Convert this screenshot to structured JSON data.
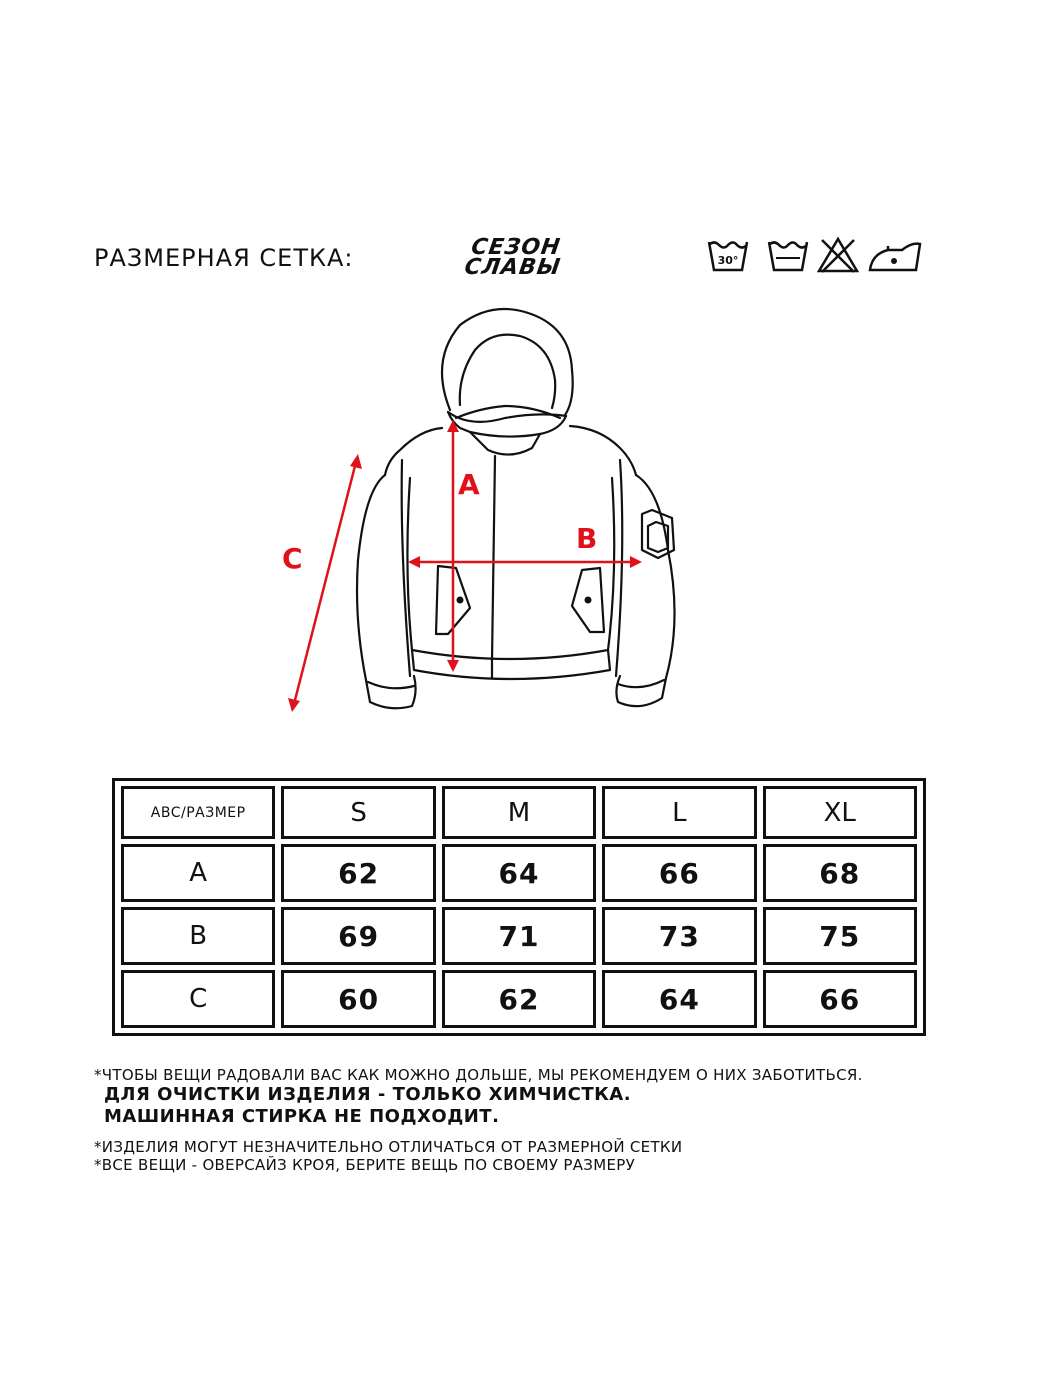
{
  "header": {
    "title": "РАЗМЕРНАЯ СЕТКА:",
    "brand_line1": "СЕЗОН",
    "brand_line2": "СЛАВЫ",
    "wash_temp": "30°"
  },
  "care_icons": [
    "wash-30-icon",
    "hand-wash-icon",
    "no-bleach-icon",
    "iron-low-icon"
  ],
  "diagram": {
    "label_a": "A",
    "label_b": "B",
    "label_c": "C",
    "measure_color": "#e0111b"
  },
  "table": {
    "corner": "ABC/РАЗМЕР",
    "sizes": [
      "S",
      "M",
      "L",
      "XL"
    ],
    "rows": [
      {
        "label": "A",
        "values": [
          "62",
          "64",
          "66",
          "68"
        ]
      },
      {
        "label": "B",
        "values": [
          "69",
          "71",
          "73",
          "75"
        ]
      },
      {
        "label": "C",
        "values": [
          "60",
          "62",
          "64",
          "66"
        ]
      }
    ]
  },
  "notes": {
    "care_note": "*ЧТОБЫ ВЕЩИ РАДОВАЛИ ВАС КАК МОЖНО ДОЛЬШЕ, МЫ РЕКОМЕНДУЕМ О НИХ ЗАБОТИТЬСЯ.",
    "dry_clean": "ДЛЯ ОЧИСТКИ ИЗДЕЛИЯ - ТОЛЬКО ХИМЧИСТКА.",
    "no_machine": "МАШИННАЯ СТИРКА НЕ ПОДХОДИТ.",
    "deviation": "*ИЗДЕЛИЯ МОГУТ НЕЗНАЧИТЕЛЬНО ОТЛИЧАТЬСЯ ОТ РАЗМЕРНОЙ СЕТКИ",
    "oversize": "*ВСЕ ВЕЩИ - ОВЕРСАЙЗ КРОЯ, БЕРИТЕ ВЕЩЬ ПО СВОЕМУ РАЗМЕРУ"
  }
}
